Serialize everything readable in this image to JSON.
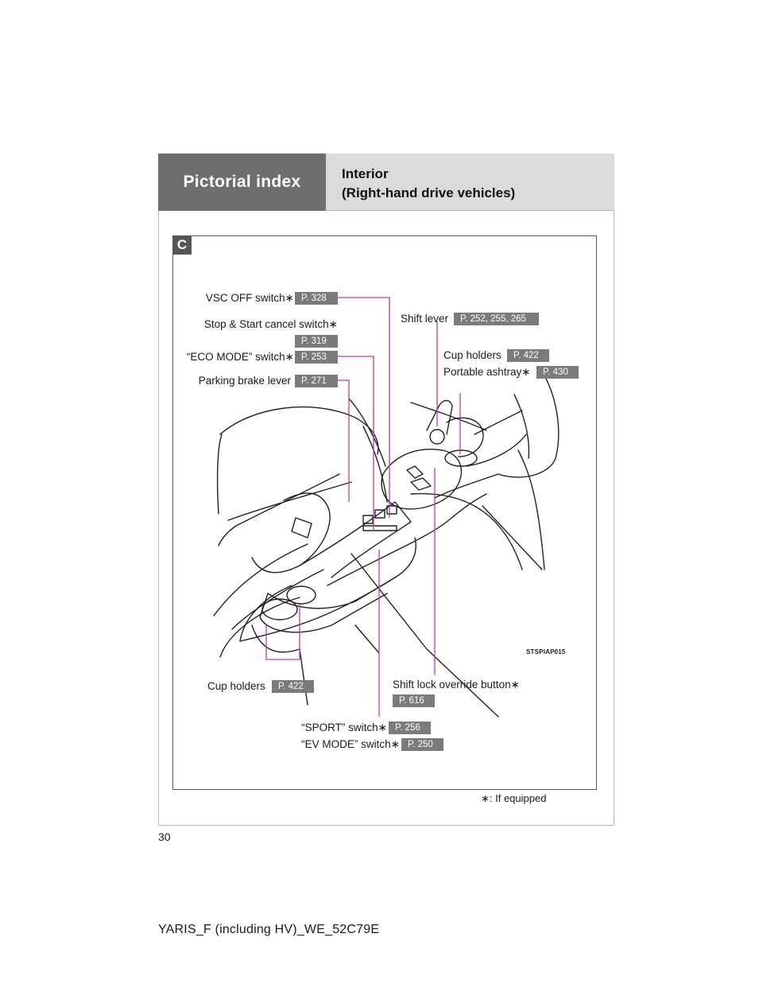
{
  "header": {
    "section": "Pictorial index",
    "title_line1": "Interior",
    "title_line2": "(Right-hand drive vehicles)"
  },
  "panel_badge": "C",
  "callouts": {
    "vsc_off": {
      "label": "VSC OFF switch∗",
      "page": "P. 328"
    },
    "stop_start": {
      "label": "Stop & Start cancel switch∗",
      "page": "P. 319"
    },
    "eco_mode": {
      "label": "“ECO MODE” switch∗",
      "page": "P. 253"
    },
    "parking_brake": {
      "label": "Parking brake lever",
      "page": "P. 271"
    },
    "shift_lever": {
      "label": "Shift lever",
      "page": "P. 252, 255, 265"
    },
    "cup_holders_top": {
      "label": "Cup holders",
      "page": "P. 422"
    },
    "ashtray": {
      "label": "Portable ashtray∗",
      "page": "P. 430"
    },
    "cup_holders_bottom": {
      "label": "Cup holders",
      "page": "P. 422"
    },
    "shift_lock": {
      "label": "Shift lock override button∗",
      "page": "P. 616"
    },
    "sport": {
      "label": "“SPORT” switch∗",
      "page": "P. 256"
    },
    "ev_mode": {
      "label": "“EV MODE” switch∗",
      "page": "P. 250"
    }
  },
  "figure_code": "STSPIAP015",
  "footnote": "∗: If equipped",
  "page_number": "30",
  "document_code": "YARIS_F (including HV)_WE_52C79E",
  "colors": {
    "callout_line": "#b040b0",
    "page_badge": "#7a7b7d",
    "header_dark": "#6d6e70",
    "header_light": "#d9dbdc"
  }
}
